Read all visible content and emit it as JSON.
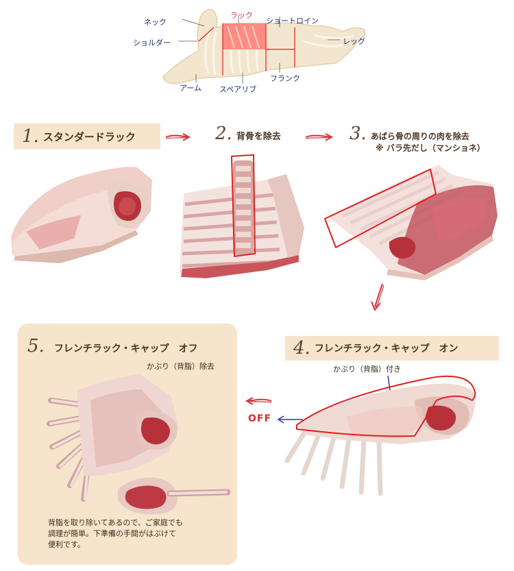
{
  "diagram": {
    "cuts": {
      "neck": "ネック",
      "shoulder": "ショルダー",
      "arm": "アーム",
      "rack": "ラック",
      "short_loin": "ショートロイン",
      "leg": "レッグ",
      "flank": "フランク",
      "spare_rib": "スペアリブ"
    },
    "highlight_color": "#ff7a73",
    "active_label_color": "#e0218a"
  },
  "steps": [
    {
      "num": "1.",
      "title": "スタンダードラック"
    },
    {
      "num": "2.",
      "title": "背骨を除去"
    },
    {
      "num": "3.",
      "title": "あばら骨の周りの肉を除去",
      "note": "※ バラ先だし（マンショネ）"
    },
    {
      "num": "4.",
      "title": "フレンチラック・キャップ　オン",
      "callout": "かぶり（背脂）付き",
      "off_label": "OFF"
    },
    {
      "num": "5.",
      "title": "フレンチラック・キャップ　オフ",
      "callout": "かぶり（背脂）除去",
      "description": "背脂を取り除いてあるので、ご家庭でも\n調理が簡単。下準備の手間がはぶけて\n便利です。"
    }
  ],
  "colors": {
    "panel_bg": "#f6e5cc",
    "arrow_red": "#d8343a",
    "outline_red": "#e02020",
    "off_red": "#e0282a",
    "callout_blue": "#2a3a9a"
  }
}
